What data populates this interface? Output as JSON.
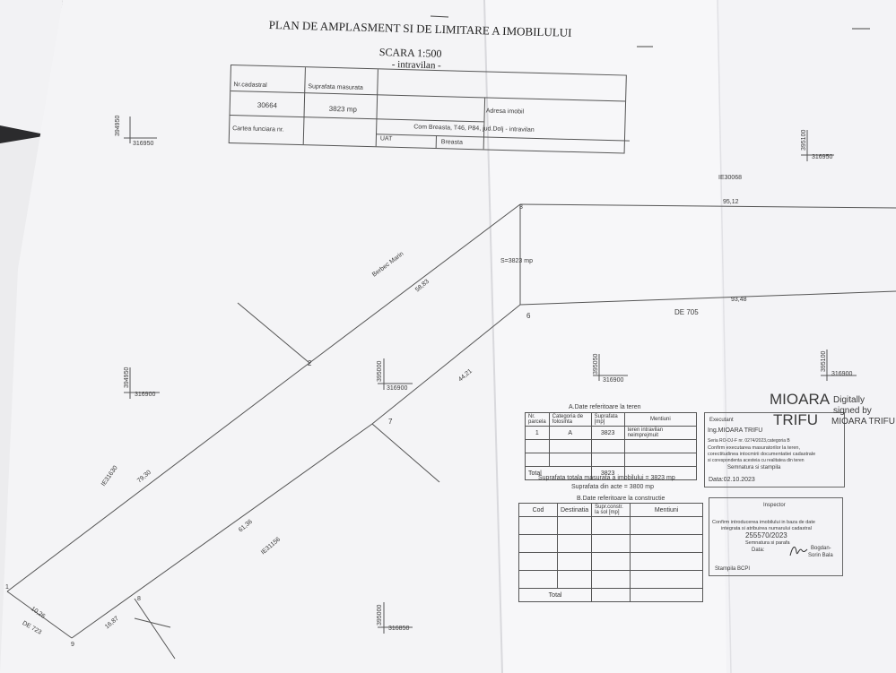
{
  "title": {
    "line1": "PLAN DE AMPLASMENT SI DE LIMITARE A IMOBILULUI",
    "scale": "SCARA 1:500",
    "zone": "- intravilan -"
  },
  "header_table": {
    "nr_cadastral_label": "Nr.cadastral",
    "suprafata_label": "Suprafata masurata",
    "adresa_label": "Adresa imobil",
    "nr_cadastral_value": "30664",
    "suprafata_value": "3823 mp",
    "adresa_value": "Com Breasta, T46, P84, jud.Dolj - intravilan",
    "carte_label": "Cartea funciara nr.",
    "uat_label": "UAT",
    "uat_value": "Breasta"
  },
  "grid_marks": [
    {
      "id": "tl",
      "y": "394950",
      "x": "316950"
    },
    {
      "id": "tr",
      "y": "395100",
      "x": "316950"
    },
    {
      "id": "ml",
      "y": "394950",
      "x": "316900"
    },
    {
      "id": "mc",
      "y": "395000",
      "x": "316900"
    },
    {
      "id": "mr",
      "y": "395050",
      "x": "316900"
    },
    {
      "id": "mrr",
      "y": "395100",
      "x": "316900"
    },
    {
      "id": "bc",
      "y": "395000",
      "x": "316850"
    }
  ],
  "plot": {
    "area": "S=3823 mp",
    "neighbor_ie_top": "IE30068",
    "neighbor_ie_left": "IE31630",
    "neighbor_ie_bottom": "IE31156",
    "neighbor_owner": "Berbec Marin",
    "road_right": "DE 705",
    "road_bottom": "DE 723",
    "distances": [
      "95,12",
      "93,48",
      "58,83",
      "44,21",
      "79,30",
      "61,36",
      "16,87",
      "10,26"
    ],
    "points": [
      "1",
      "2",
      "3",
      "6",
      "7",
      "8",
      "9"
    ]
  },
  "table_a": {
    "title": "A.Date referitoare la teren",
    "headers": [
      "Nr. parcela",
      "Categoria de folosinta",
      "Suprafata [mp]",
      "Mentiuni"
    ],
    "rows": [
      [
        "1",
        "A",
        "3823",
        "teren intravilan neimprejmuit"
      ]
    ],
    "total_label": "Total",
    "total_value": "3823",
    "note_total": "Suprafata totala masurata a imobilului = 3823 mp",
    "note_acte": "Suprafata din acte = 3800 mp"
  },
  "table_b": {
    "title": "B.Date referitoare la constructie",
    "headers": [
      "Cod",
      "Destinatia",
      "Supr.constr. la sol [mp]",
      "Mentiuni"
    ],
    "total_label": "Total"
  },
  "executant": {
    "label": "Executant",
    "name": "Ing.MIOARA TRIFU",
    "serie": "Seria RO-DJ-F nr. 0274/2023,categoria B",
    "confirm1": "Confirm executarea masuratorilor la teren,",
    "confirm2": "corectitudinea intocmirii documentatiei cadastrale",
    "confirm3": "si corespondenta acesteia cu realitatea din teren",
    "semn": "Semnatura si stampila",
    "data": "Data:02.10.2023"
  },
  "signature": {
    "name1": "MIOARA",
    "name2": "TRIFU",
    "digital1": "Digitally",
    "digital2": "signed by",
    "digital3": "MIOARA TRIFU"
  },
  "inspector": {
    "label": "Inspector",
    "text1": "Confirm introducerea imobilului in baza de date",
    "text2": "integrata si atribuirea numarului cadastral",
    "number": "255570/2023",
    "semn": "Semnatura si parafa",
    "data": "Data:",
    "name1": "Bogdan-",
    "name2": "Sorin Bala",
    "stamp": "Stampila BCPI"
  }
}
